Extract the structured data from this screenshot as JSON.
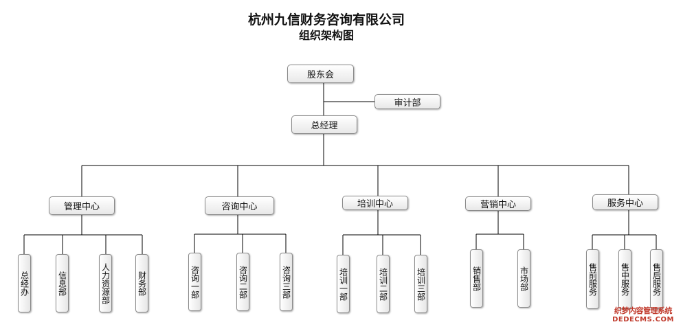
{
  "title": {
    "company": "杭州九信财务咨询有限公司",
    "subtitle": "组织架构图"
  },
  "nodes": {
    "shareholders": "股东会",
    "audit": "审计部",
    "gm": "总经理"
  },
  "centers": [
    {
      "label": "管理中心",
      "depts": [
        "总经办",
        "信息部",
        "人力资源部",
        "财务部"
      ]
    },
    {
      "label": "咨询中心",
      "depts": [
        "咨询一部",
        "咨询二部",
        "咨询三部"
      ]
    },
    {
      "label": "培训中心",
      "depts": [
        "培训一部",
        "培训二部",
        "培训三部"
      ]
    },
    {
      "label": "营销中心",
      "depts": [
        "销售部",
        "市场部"
      ]
    },
    {
      "label": "服务中心",
      "depts": [
        "售前服务",
        "售中服务",
        "售后服务"
      ]
    }
  ],
  "watermark": {
    "line1": "织梦内容管理系统",
    "line2": "DEDECMS.COM"
  }
}
